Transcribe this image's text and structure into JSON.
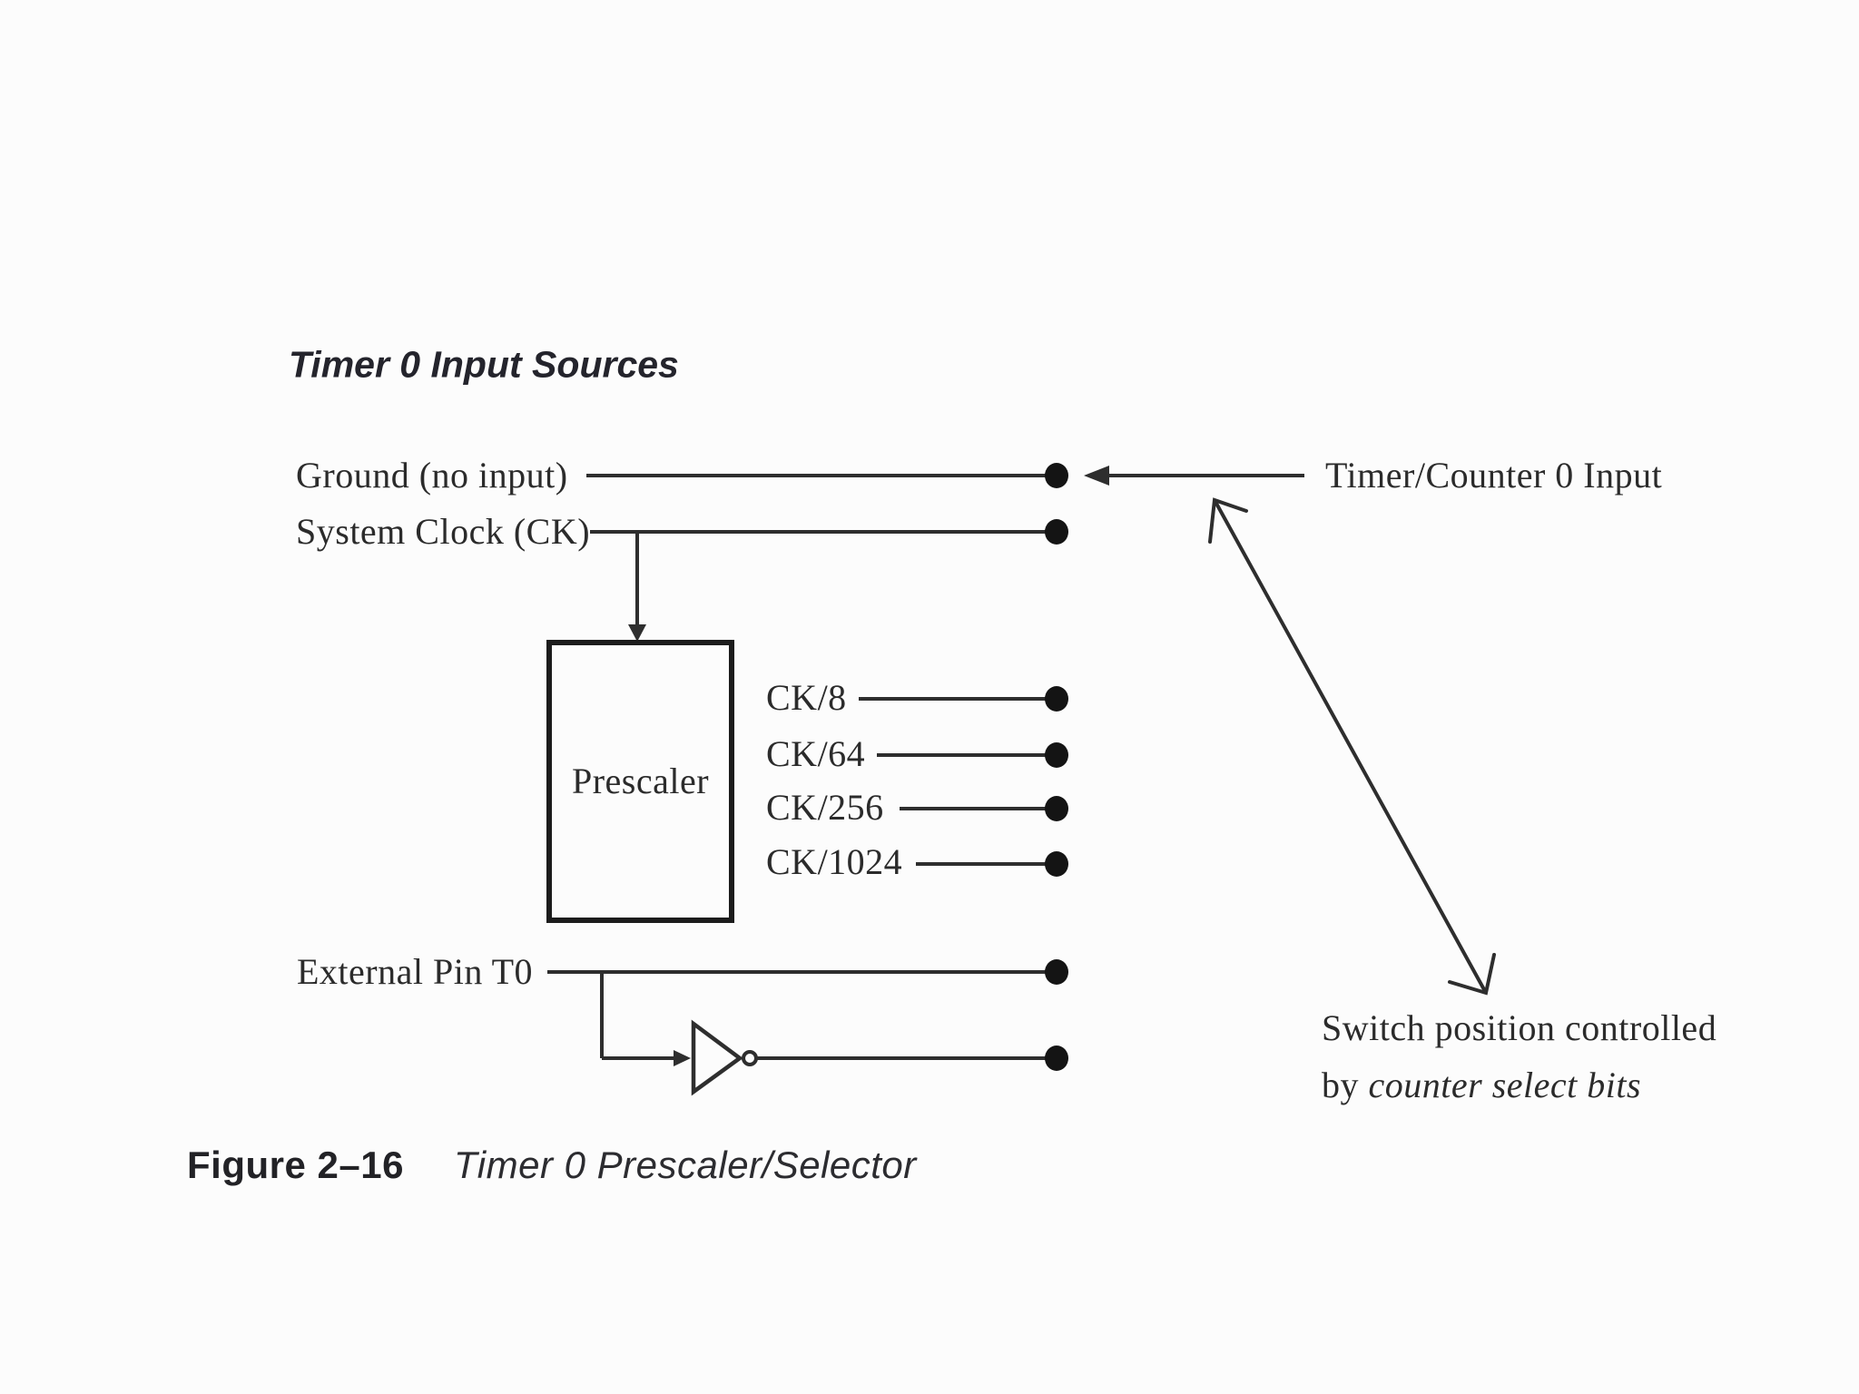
{
  "figure": {
    "title": "Timer 0 Input Sources",
    "caption_number": "Figure 2–16",
    "caption_title": "Timer 0 Prescaler/Selector"
  },
  "inputs": {
    "ground": "Ground (no input)",
    "system_clock": "System Clock (CK)",
    "external_pin": "External Pin T0"
  },
  "prescaler": {
    "label": "Prescaler",
    "outputs": [
      "CK/8",
      "CK/64",
      "CK/256",
      "CK/1024"
    ]
  },
  "selector": {
    "output_label": "Timer/Counter 0 Input"
  },
  "annotation": {
    "line1": "Switch position controlled",
    "line2_prefix": "by ",
    "line2_italic": "counter select bits"
  },
  "colors": {
    "background": "#fcfcfc",
    "ink": "#2b2b2b",
    "wire": "#2e2e2e",
    "dot": "#141414",
    "box_border": "#1c1c1c"
  }
}
